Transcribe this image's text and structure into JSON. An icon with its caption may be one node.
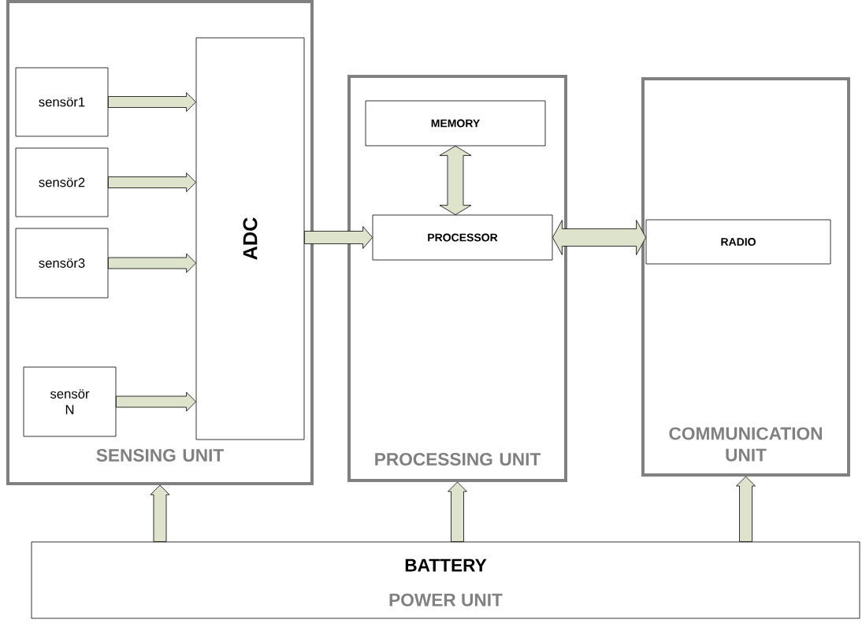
{
  "diagram": {
    "nodes": [
      {
        "text": [
          "SENSING UNIT"
        ]
      },
      {
        "text": [
          "sensör1"
        ],
        "in": 0
      },
      {
        "text": [
          "sensör2"
        ],
        "in": 0
      },
      {
        "text": [
          "sensör3"
        ],
        "in": 0
      },
      {
        "text": [
          "sensör N"
        ],
        "in": 0
      },
      {
        "text": [
          "ADC"
        ],
        "in": 0
      },
      {
        "text": [
          "PROCESSING UNIT"
        ]
      },
      {
        "text": [
          "MEMORY"
        ],
        "in": 6
      },
      {
        "text": [
          "PROCESSOR"
        ],
        "in": 6
      },
      {
        "text": [
          "COMMUNICATION UNIT"
        ]
      },
      {
        "text": [
          "RADIO"
        ],
        "in": 9
      },
      {
        "text": [
          "BATTERY",
          "POWER UNIT"
        ]
      }
    ],
    "edges": [
      {
        "from": 1,
        "to": 5,
        "arrow": "to"
      },
      {
        "from": 2,
        "to": 5,
        "arrow": "to"
      },
      {
        "from": 3,
        "to": 5,
        "arrow": "to"
      },
      {
        "from": 4,
        "to": 5,
        "arrow": "to"
      },
      {
        "from": 5,
        "to": 8,
        "arrow": "to"
      },
      {
        "from": 7,
        "to": 8,
        "arrow": "both"
      },
      {
        "from": 8,
        "to": 10,
        "arrow": "both"
      },
      {
        "from": 11,
        "to": 0,
        "arrow": "to"
      },
      {
        "from": 11,
        "to": 6,
        "arrow": "to"
      },
      {
        "from": 11,
        "to": 9,
        "arrow": "to"
      }
    ]
  }
}
